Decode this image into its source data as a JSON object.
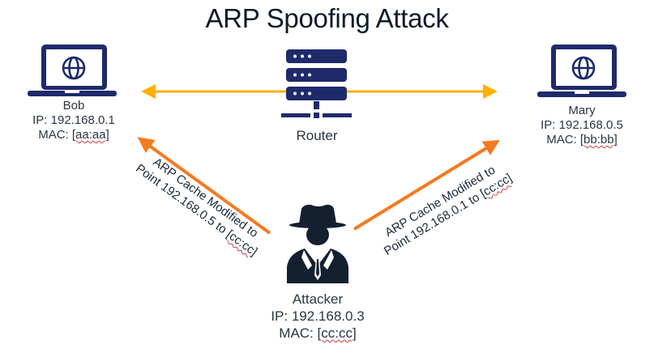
{
  "title": "ARP Spoofing Attack",
  "colors": {
    "icon_navy": "#1f2a6b",
    "attacker_dark": "#142030",
    "router_link": "#ffb000",
    "spoof_arrow": "#f47a20",
    "text": "#2a3642"
  },
  "nodes": {
    "bob": {
      "name": "Bob",
      "ip": "IP: 192.168.0.1",
      "mac_prefix": "MAC: ",
      "mac": "[aa:aa]",
      "icon": "laptop-globe-icon"
    },
    "mary": {
      "name": "Mary",
      "ip": "IP: 192.168.0.5",
      "mac_prefix": "MAC: ",
      "mac": "[bb:bb]",
      "icon": "laptop-globe-icon"
    },
    "router": {
      "name": "Router",
      "icon": "server-rack-icon"
    },
    "attacker": {
      "name": "Attacker",
      "ip": "IP: 192.168.0.3",
      "mac_prefix": "MAC: ",
      "mac": "[cc:cc]",
      "icon": "spy-hat-icon"
    }
  },
  "edges": {
    "bob_mary": {
      "type": "bidirectional",
      "label": ""
    },
    "attacker_to_bob": {
      "line1": "ARP Cache Modified to",
      "line2_prefix": "Point 192.168.0.5 to ",
      "line2_mac": "[cc:cc]"
    },
    "attacker_to_mary": {
      "line1": "ARP Cache Modified to",
      "line2_prefix": "Point 192.168.0.1 to ",
      "line2_mac": "[cc:cc]"
    }
  }
}
